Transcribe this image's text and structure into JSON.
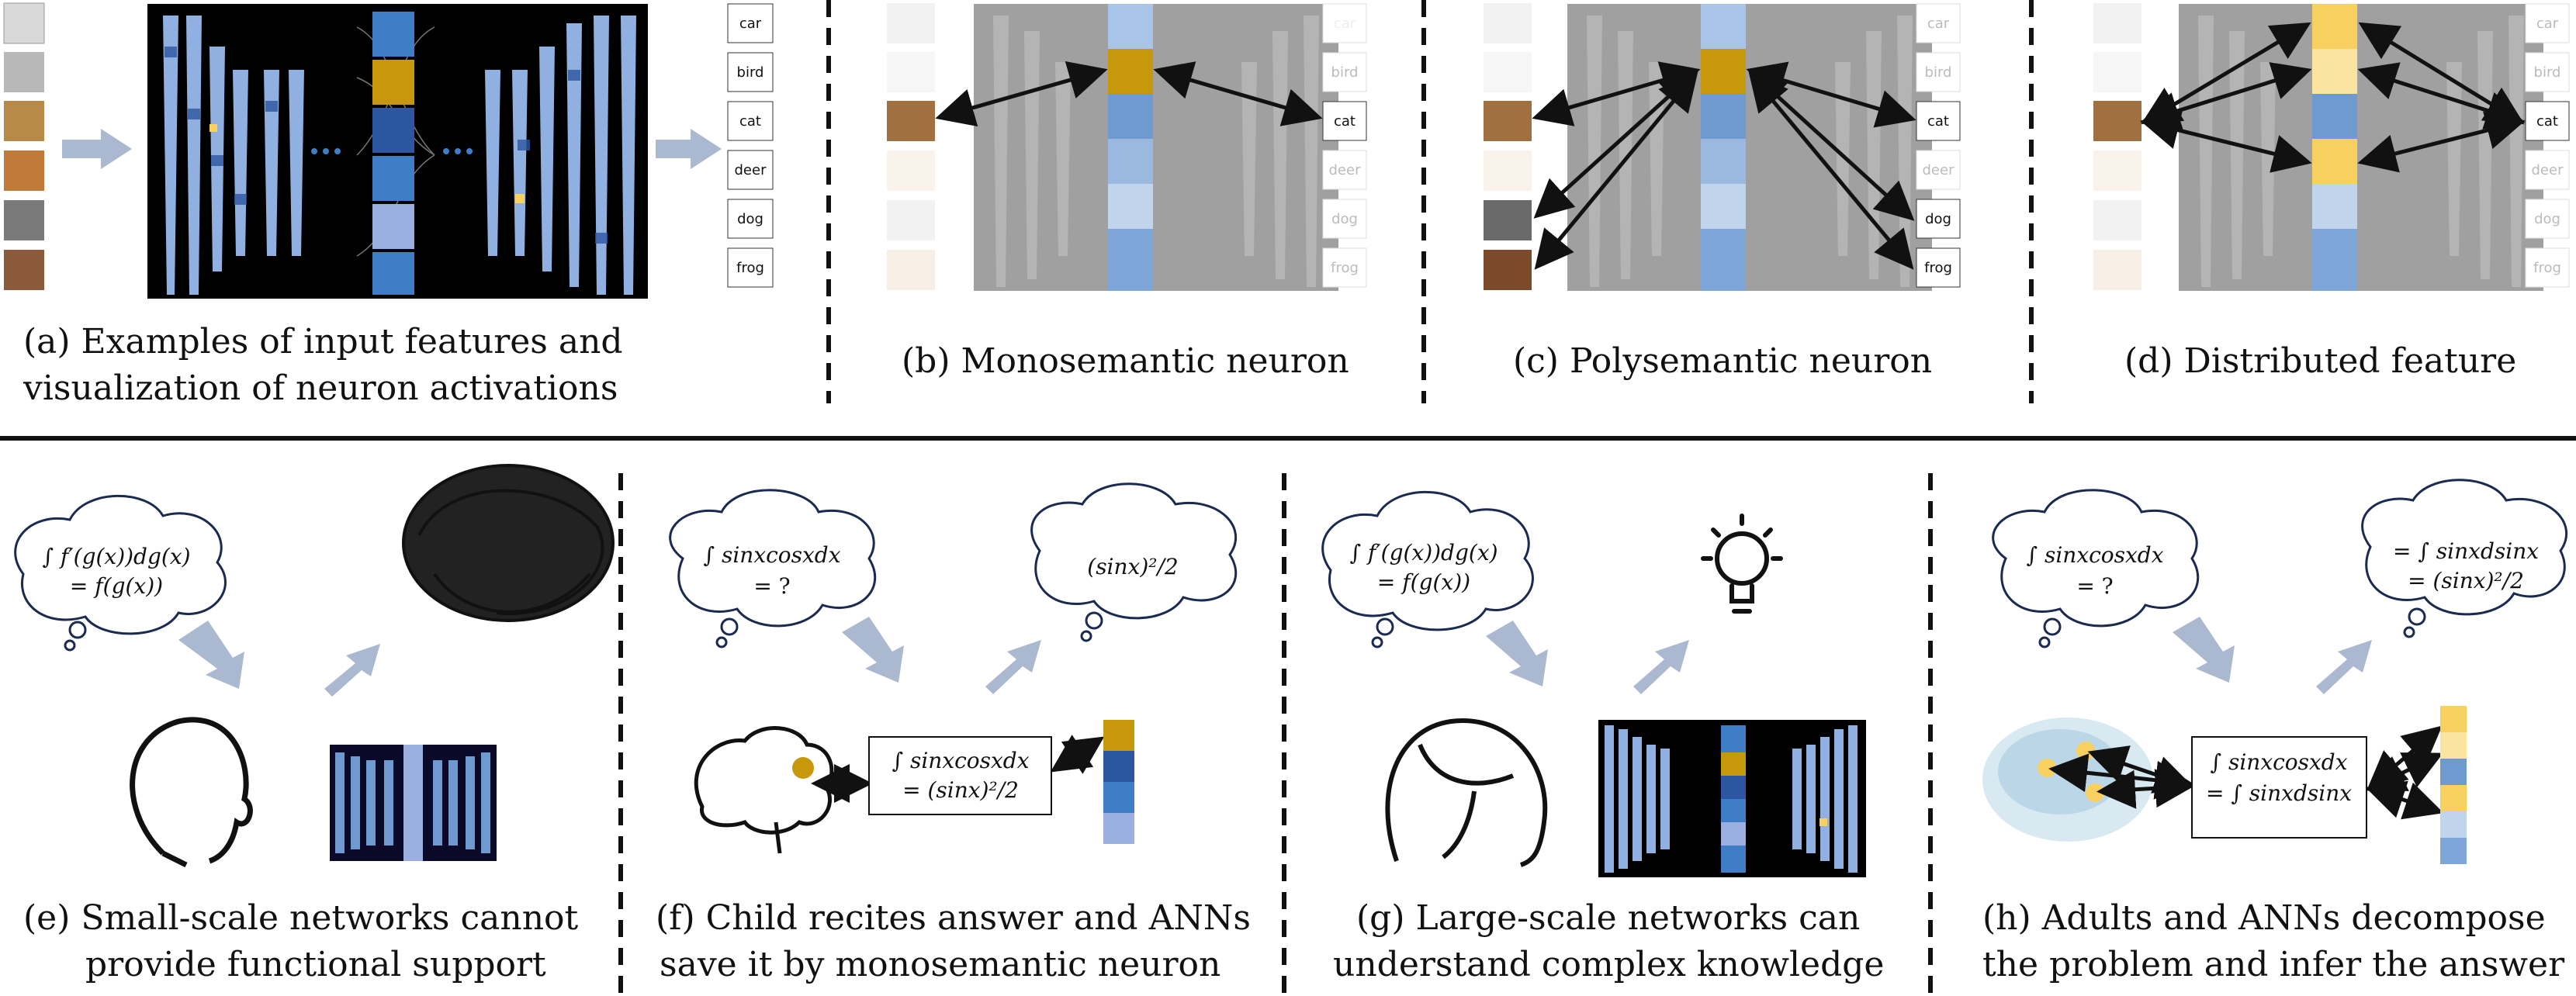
{
  "panels_top": [
    {
      "id": "a",
      "caption_line1": "(a) Examples of input features and",
      "caption_line2": "visualization of neuron activations"
    },
    {
      "id": "b",
      "caption_line1": "(b) Monosemantic neuron"
    },
    {
      "id": "c",
      "caption_line1": "(c) Polysemantic neuron"
    },
    {
      "id": "d",
      "caption_line1": "(d) Distributed feature"
    }
  ],
  "classes": [
    "car",
    "bird",
    "cat",
    "deer",
    "dog",
    "frog"
  ],
  "panels_bottom": [
    {
      "id": "e",
      "caption_line1": "(e) Small-scale networks cannot",
      "caption_line2": "provide functional support",
      "bubble_line1": "∫ f′(g(x))dg(x)",
      "bubble_line2": "= f(g(x))"
    },
    {
      "id": "f",
      "caption_line1": "(f) Child recites answer and ANNs",
      "caption_line2": "save it by monosemantic neuron",
      "bubble_q_line1": "∫ sinxcosxdx",
      "bubble_q_line2": "= ?",
      "bubble_a": "(sinx)²/2",
      "box_line1": "∫ sinxcosxdx",
      "box_line2": "= (sinx)²/2"
    },
    {
      "id": "g",
      "caption_line1": "(g) Large-scale networks can",
      "caption_line2": "understand complex knowledge",
      "bubble_line1": "∫ f′(g(x))dg(x)",
      "bubble_line2": "= f(g(x))"
    },
    {
      "id": "h",
      "caption_line1": "(h) Adults and ANNs decompose",
      "caption_line2": "the problem and infer the answer",
      "bubble_q_line1": "∫ sinxcosxdx",
      "bubble_q_line2": "= ?",
      "bubble_a_line1": "= ∫ sinxdsinx",
      "bubble_a_line2": "= (sinx)²/2",
      "box_line1": "∫ sinxcosxdx",
      "box_line2": "= ∫ sinxdsinx"
    }
  ],
  "colors": {
    "gold": "#c8980c",
    "dark_blue": "#2d56a0",
    "mid_blue": "#3f7dc6",
    "light_blue": "#9bb0e0",
    "yellow": "#f8d060",
    "arrow_fill": "#aab8d0"
  }
}
